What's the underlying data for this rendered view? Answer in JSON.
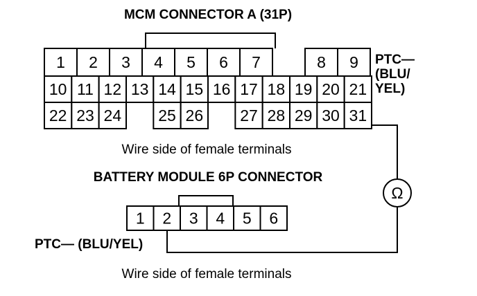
{
  "mcm": {
    "title": "MCM CONNECTOR A (31P)",
    "pins": [
      {
        "n": "1"
      },
      {
        "n": "2"
      },
      {
        "n": "3"
      },
      {
        "n": "4"
      },
      {
        "n": "5"
      },
      {
        "n": "6"
      },
      {
        "n": "7"
      },
      {
        "n": "8"
      },
      {
        "n": "9"
      },
      {
        "n": "10"
      },
      {
        "n": "11"
      },
      {
        "n": "12"
      },
      {
        "n": "13"
      },
      {
        "n": "14"
      },
      {
        "n": "15"
      },
      {
        "n": "16"
      },
      {
        "n": "17"
      },
      {
        "n": "18"
      },
      {
        "n": "19"
      },
      {
        "n": "20"
      },
      {
        "n": "21"
      },
      {
        "n": "22"
      },
      {
        "n": "23"
      },
      {
        "n": "24"
      },
      {
        "n": "25"
      },
      {
        "n": "26"
      },
      {
        "n": "27"
      },
      {
        "n": "28"
      },
      {
        "n": "29"
      },
      {
        "n": "30"
      },
      {
        "n": "31"
      }
    ],
    "ptc_label_lines": [
      "PTC—",
      "(BLU/",
      "YEL)"
    ],
    "caption": "Wire side of female terminals"
  },
  "battery": {
    "title": "BATTERY MODULE 6P CONNECTOR",
    "pins": [
      "1",
      "2",
      "3",
      "4",
      "5",
      "6"
    ],
    "ptc_label": "PTC— (BLU/YEL)",
    "caption": "Wire side of female terminals"
  },
  "meter": {
    "symbol": "Ω",
    "icon": "ohmmeter-icon"
  }
}
